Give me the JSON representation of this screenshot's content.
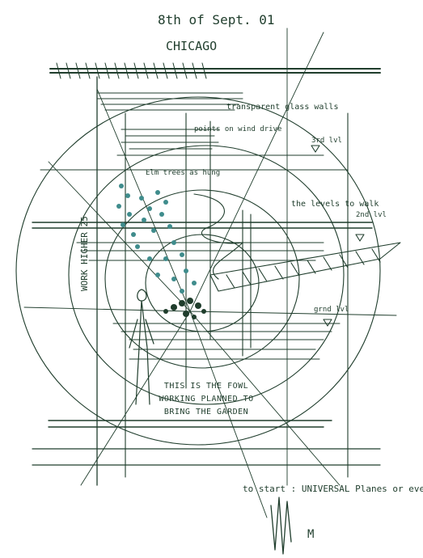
{
  "sketch": {
    "ink_color": "#1f3d2c",
    "accent_color": "#3f8c8c",
    "paper_color": "#ffffff",
    "notes": {
      "date": "8th of Sept. 01",
      "city": "CHICAGO",
      "note_glass": "transparent glass walls",
      "note_points": "points on wind drive",
      "note_level1": "3rd lvl",
      "note_elm": "Elm trees as hung",
      "note_levels": "the levels to walk",
      "note_level2": "2nd lvl",
      "note_ground": "grnd lvl",
      "vertical_text": "WORK HIGHER 25",
      "center_text": "THIS IS THE FOWL WORKING PLANNED TO BRING THE GARDEN",
      "bottom_note": "to start : UNIVERSAL Planes or even",
      "signature": "M"
    }
  }
}
